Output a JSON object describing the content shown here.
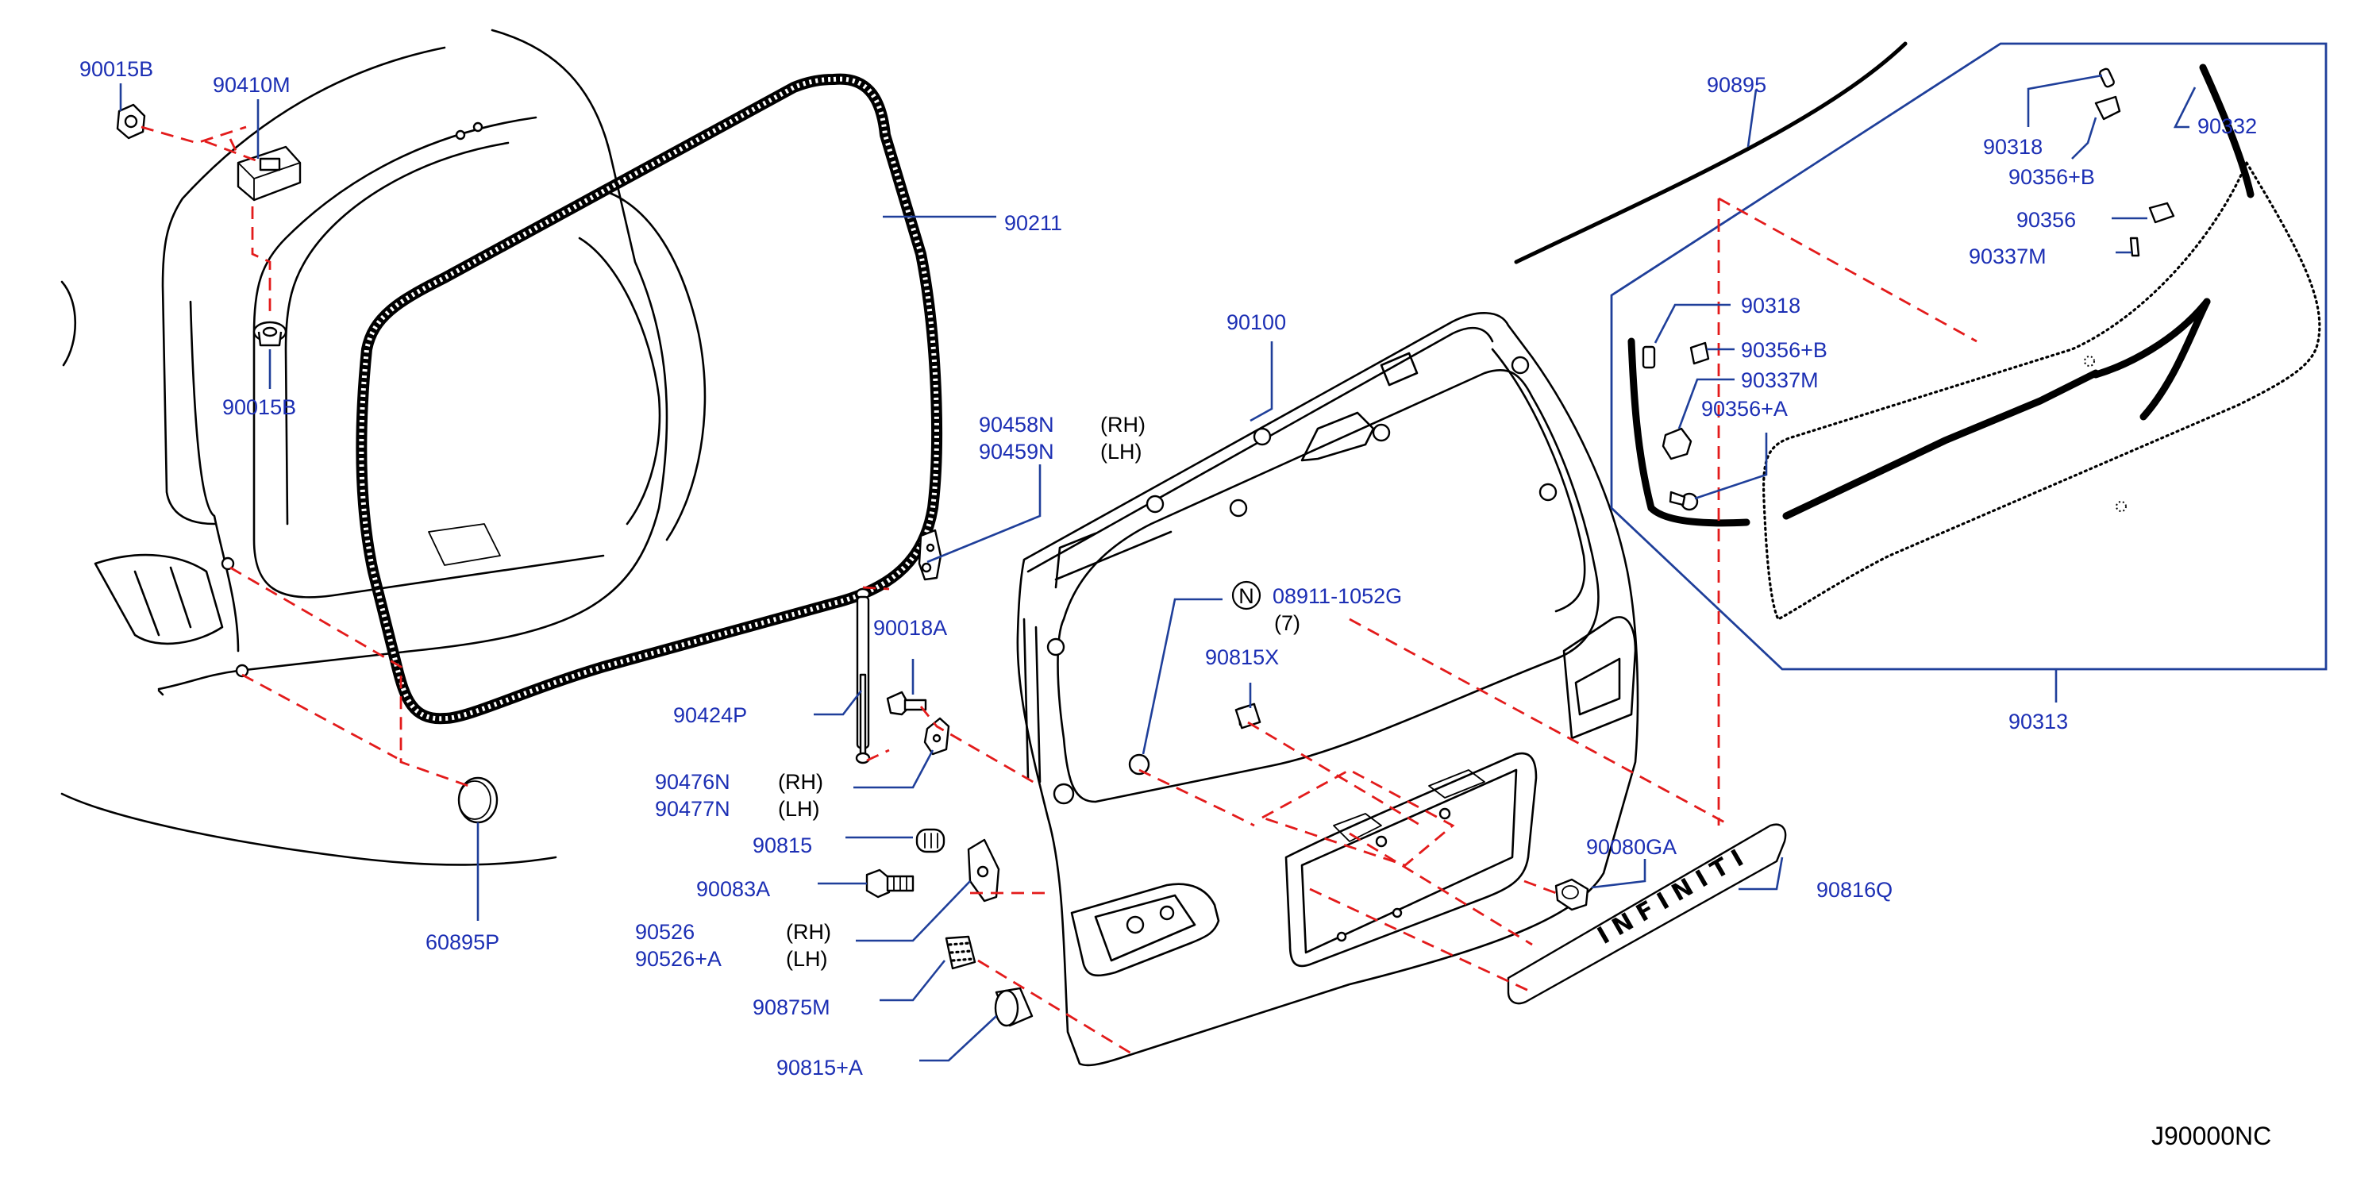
{
  "diagram_code": "J90000NC",
  "emblem_text": "INFINITI",
  "note_symbol": "N",
  "parts": {
    "p90015B_top": "90015B",
    "p90410M": "90410M",
    "p90015B_bottom": "90015B",
    "p90211": "90211",
    "p60895P": "60895P",
    "p90458N": "90458N",
    "p90459N": "90459N",
    "p90018A": "90018A",
    "p90424P": "90424P",
    "p90476N": "90476N",
    "p90477N": "90477N",
    "p90815": "90815",
    "p90083A": "90083A",
    "p90526": "90526",
    "p90526A": "90526+A",
    "p90875M": "90875M",
    "p90815A": "90815+A",
    "p90100": "90100",
    "p08911": "08911-1052G",
    "p08911_qty": "(7)",
    "p90815X": "90815X",
    "p90080GA": "90080GA",
    "p90816Q": "90816Q",
    "p90895": "90895",
    "p90318_top": "90318",
    "p90356B_top": "90356+B",
    "p90332": "90332",
    "p90356": "90356",
    "p90337M_top": "90337M",
    "p90318_mid": "90318",
    "p90356B_mid": "90356+B",
    "p90337M_mid": "90337M",
    "p90356A": "90356+A",
    "p90313": "90313"
  },
  "sides": {
    "rh": "(RH)",
    "lh": "(LH)"
  }
}
